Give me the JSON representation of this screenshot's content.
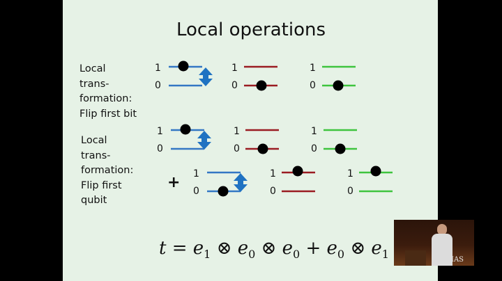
{
  "slide": {
    "title": "Local operations",
    "section1": [
      "Local",
      "trans-",
      "formation:",
      "Flip first bit"
    ],
    "section2": [
      "Local",
      "trans-",
      "formation:",
      "Flip first",
      "qubit"
    ],
    "level_one": "1",
    "level_zero": "0",
    "plus": "+",
    "equation": {
      "lhs": "t",
      "eq": "=",
      "var": "e",
      "otimes": "⊗",
      "plus": "+",
      "s0": "0",
      "s1": "1"
    }
  },
  "colors": {
    "background": "#e6f2e6",
    "blue": "#3377c4",
    "red": "#9a1c22",
    "green": "#3ec43e",
    "arrow": "#1f72c2"
  },
  "video_inset": {
    "logo": "IAS"
  }
}
